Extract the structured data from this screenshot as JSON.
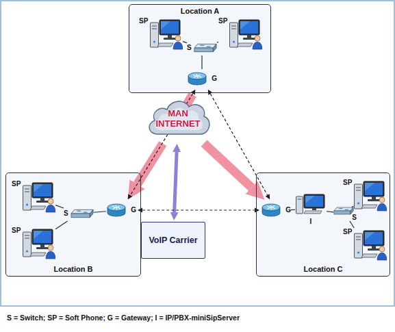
{
  "diagram": {
    "nodes": [
      {
        "text": [
          "Location A"
        ]
      },
      {
        "text": [
          "SP"
        ],
        "in": 0
      },
      {
        "text": [
          "SP"
        ],
        "in": 0
      },
      {
        "text": [
          "S"
        ],
        "in": 0
      },
      {
        "text": [
          "G"
        ],
        "in": 0
      },
      {
        "text": [
          "MAN INTERNET"
        ]
      },
      {
        "text": [
          "Location B"
        ]
      },
      {
        "text": [
          "SP"
        ],
        "in": 6
      },
      {
        "text": [
          "SP"
        ],
        "in": 6
      },
      {
        "text": [
          "S"
        ],
        "in": 6
      },
      {
        "text": [
          "G"
        ],
        "in": 6
      },
      {
        "text": [
          "VoIP Carrier"
        ]
      },
      {
        "text": [
          "Location C"
        ]
      },
      {
        "text": [
          "G"
        ],
        "in": 12
      },
      {
        "text": [
          "I"
        ],
        "in": 12
      },
      {
        "text": [
          "S"
        ],
        "in": 12
      },
      {
        "text": [
          "SP"
        ],
        "in": 12
      },
      {
        "text": [
          "SP"
        ],
        "in": 12
      }
    ],
    "edges": [
      {
        "from": 1,
        "to": 3,
        "arrow": "none"
      },
      {
        "from": 2,
        "to": 3,
        "arrow": "none"
      },
      {
        "from": 3,
        "to": 4,
        "arrow": "none"
      },
      {
        "from": 5,
        "to": 4,
        "arrow": "to"
      },
      {
        "from": 5,
        "to": 10,
        "arrow": "to"
      },
      {
        "from": 5,
        "to": 13,
        "arrow": "to"
      },
      {
        "from": 5,
        "to": 11,
        "arrow": "both"
      },
      {
        "from": 4,
        "to": 10,
        "arrow": "both"
      },
      {
        "from": 4,
        "to": 13,
        "arrow": "both"
      },
      {
        "from": 10,
        "to": 13,
        "arrow": "both"
      },
      {
        "from": 7,
        "to": 9,
        "arrow": "none"
      },
      {
        "from": 8,
        "to": 9,
        "arrow": "none"
      },
      {
        "from": 9,
        "to": 10,
        "arrow": "none"
      },
      {
        "from": 16,
        "to": 15,
        "arrow": "none"
      },
      {
        "from": 17,
        "to": 15,
        "arrow": "none"
      },
      {
        "from": 15,
        "to": 14,
        "arrow": "none"
      },
      {
        "from": 14,
        "to": 13,
        "arrow": "none"
      }
    ],
    "labels": [
      "S = Switch; SP = Soft Phone; G = Gateway; I = IP/PBX-miniSipServer"
    ]
  }
}
